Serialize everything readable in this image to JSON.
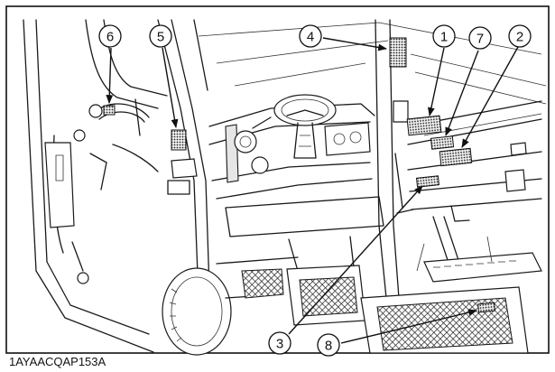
{
  "figure_code": "1AYAACQAP153A",
  "callouts": [
    {
      "id": "1",
      "label": "1"
    },
    {
      "id": "2",
      "label": "2"
    },
    {
      "id": "3",
      "label": "3"
    },
    {
      "id": "4",
      "label": "4"
    },
    {
      "id": "5",
      "label": "5"
    },
    {
      "id": "6",
      "label": "6"
    },
    {
      "id": "7",
      "label": "7"
    },
    {
      "id": "8",
      "label": "8"
    }
  ]
}
